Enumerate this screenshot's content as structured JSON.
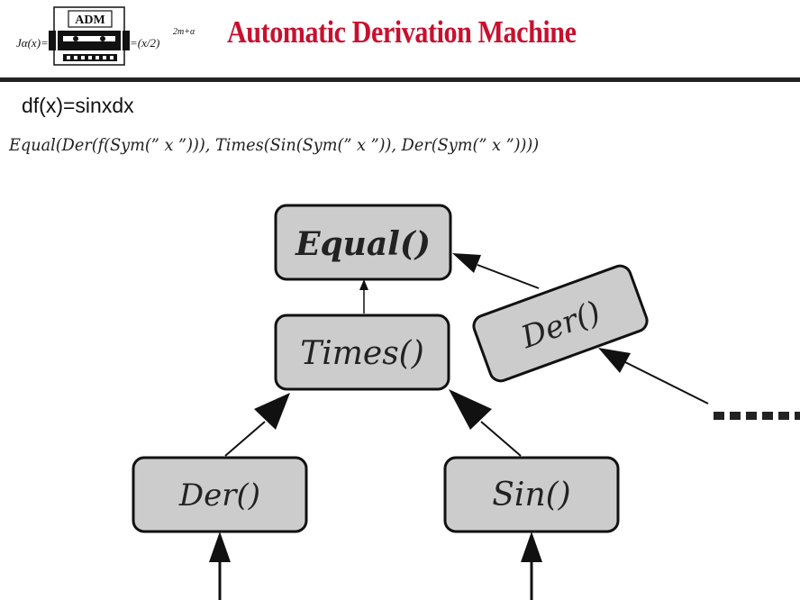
{
  "header": {
    "logo": {
      "formula_left": "Jα(x)=",
      "badge": "ADM",
      "formula_right": "=(x/2)",
      "exponent": "2m+α"
    },
    "title": "Automatic Derivation Machine"
  },
  "input_equation": "df(x)=sinxdx",
  "expression": "Equal(Der(f(Sym(” x ”))), Times(Sin(Sym(” x ”)), Der(Sym(” x ”))))",
  "tree": {
    "nodes": {
      "equal": "Equal()",
      "times": "Times()",
      "der_right": "Der()",
      "der_left": "Der()",
      "sin": "Sin()"
    },
    "continuation": "......"
  },
  "colors": {
    "title": "#c8102e",
    "node_fill": "#cccccc",
    "node_stroke": "#111111"
  }
}
